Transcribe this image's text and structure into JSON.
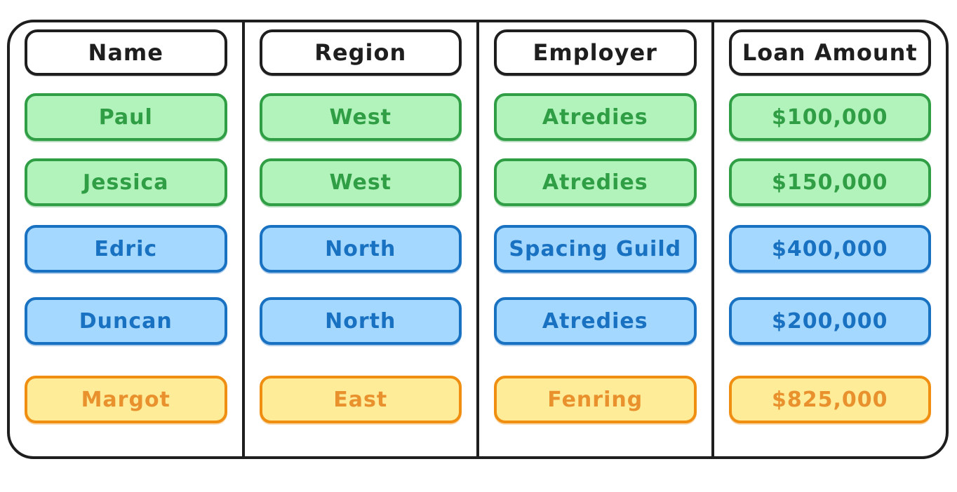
{
  "canvas": {
    "background": "#ffffff",
    "outline_color": "#1e1e1e"
  },
  "colors": {
    "green": {
      "fill": "#b2f2bb",
      "stroke": "#2f9e44",
      "text": "#2f9e44"
    },
    "blue": {
      "fill": "#a5d8ff",
      "stroke": "#1971c2",
      "text": "#1971c2"
    },
    "orange": {
      "fill": "#ffec99",
      "stroke": "#ef8e10",
      "text": "#e8912d"
    }
  },
  "table": {
    "headers": [
      {
        "label": "Name"
      },
      {
        "label": "Region"
      },
      {
        "label": "Employer"
      },
      {
        "label": "Loan Amount"
      }
    ],
    "rows": [
      {
        "color": "green",
        "cells": [
          "Paul",
          "West",
          "Atredies",
          "$100,000"
        ]
      },
      {
        "color": "green",
        "cells": [
          "Jessica",
          "West",
          "Atredies",
          "$150,000"
        ]
      },
      {
        "color": "blue",
        "cells": [
          "Edric",
          "North",
          "Spacing Guild",
          "$400,000"
        ]
      },
      {
        "color": "blue",
        "cells": [
          "Duncan",
          "North",
          "Atredies",
          "$200,000"
        ]
      },
      {
        "color": "orange",
        "cells": [
          "Margot",
          "East",
          "Fenring",
          "$825,000"
        ]
      }
    ]
  }
}
